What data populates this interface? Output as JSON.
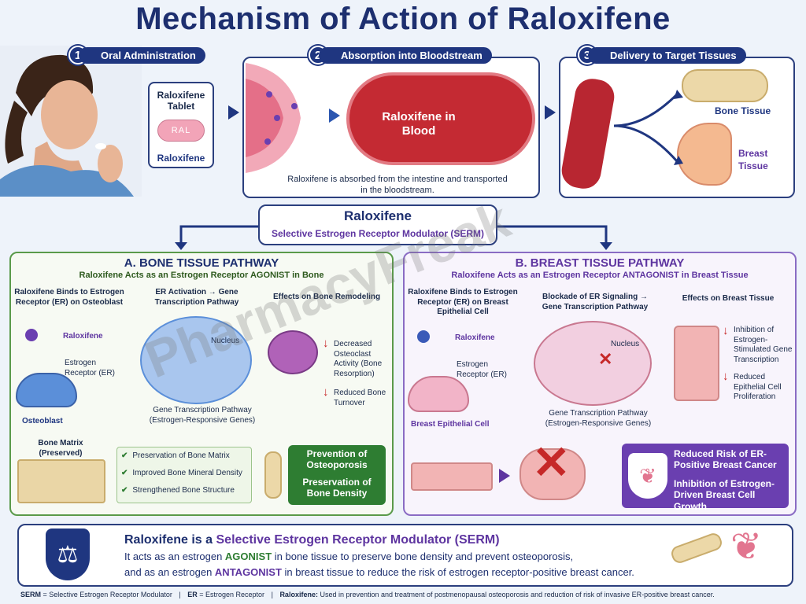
{
  "title": "Mechanism of Action of Raloxifene",
  "steps": [
    {
      "num": "1",
      "label": "Oral Administration"
    },
    {
      "num": "2",
      "label": "Absorption into Bloodstream"
    },
    {
      "num": "3",
      "label": "Delivery to Target Tissues"
    }
  ],
  "tablet": {
    "heading": "Raloxifene Tablet",
    "imprint": "RAL",
    "caption": "Raloxifene"
  },
  "blood": {
    "vessel_label": "Raloxifene in Blood",
    "caption": "Raloxifene is absorbed from the intestine and transported in the bloodstream."
  },
  "targets": {
    "bone": "Bone Tissue",
    "breast": "Breast Tissue"
  },
  "serm_box": {
    "name": "Raloxifene",
    "class": "Selective Estrogen Receptor Modulator (SERM)"
  },
  "bone": {
    "header": "A. BONE TISSUE PATHWAY",
    "subheader": "Raloxifene Acts as an Estrogen Receptor AGONIST in Bone",
    "col1_title": "Raloxifene Binds to Estrogen Receptor (ER) on Osteoblast",
    "col1_drug": "Raloxifene",
    "col1_er": "Estrogen Receptor (ER)",
    "col1_cell": "Osteoblast",
    "col2_title": "ER Activation → Gene Transcription Pathway",
    "col2_nucleus": "Nucleus",
    "col2_caption": "Gene Transcription Pathway (Estrogen-Responsive Genes)",
    "col3_title": "Effects on Bone Remodeling",
    "effects": [
      "Decreased Osteoclast Activity (Bone Resorption)",
      "Reduced Bone Turnover"
    ],
    "matrix_label": "Bone Matrix (Preserved)",
    "checks": [
      "Preservation of Bone Matrix",
      "Improved Bone Mineral Density",
      "Strengthened Bone Structure"
    ],
    "outcome": [
      "Prevention of Osteoporosis",
      "Preservation of Bone Density"
    ]
  },
  "breast": {
    "header": "B. BREAST TISSUE PATHWAY",
    "subheader": "Raloxifene Acts as an Estrogen Receptor ANTAGONIST in Breast Tissue",
    "col1_title": "Raloxifene Binds to Estrogen Receptor (ER) on Breast Epithelial Cell",
    "col1_drug": "Raloxifene",
    "col1_er": "Estrogen Receptor (ER)",
    "col1_cell": "Breast Epithelial Cell",
    "col2_title": "Blockade of ER Signaling → Gene Transcription Pathway",
    "col2_nucleus": "Nucleus",
    "col2_caption": "Gene Transcription Pathway (Estrogen-Responsive Genes)",
    "col3_title": "Effects on Breast Tissue",
    "effects": [
      "Inhibition of Estrogen-Stimulated Gene Transcription",
      "Reduced Epithelial Cell Proliferation"
    ],
    "outcome": [
      "Reduced Risk of ER-Positive Breast Cancer",
      "Inhibition of Estrogen-Driven Breast Cell Growth"
    ]
  },
  "summary": {
    "title_a": "Raloxifene is a ",
    "title_b": "Selective Estrogen Receptor Modulator (SERM)",
    "line1_a": "It acts as an estrogen ",
    "line1_b": "AGONIST",
    "line1_c": " in bone tissue to preserve bone density and prevent osteoporosis,",
    "line2_a": "and as an estrogen ",
    "line2_b": "ANTAGONIST",
    "line2_c": " in breast tissue to reduce the risk of estrogen receptor-positive breast cancer."
  },
  "footer": {
    "serm_abbr": "SERM",
    "serm_def": " = Selective Estrogen Receptor Modulator",
    "er_abbr": "ER",
    "er_def": " = Estrogen Receptor",
    "ral_abbr": "Raloxifene:",
    "ral_def": " Used in prevention and treatment of postmenopausal osteoporosis and reduction of risk of invasive ER-positive breast cancer."
  },
  "watermark": "PharmacyFreak",
  "colors": {
    "navy": "#1f3680",
    "green": "#2e7d32",
    "purple": "#5e35a0",
    "red": "#c62828"
  }
}
